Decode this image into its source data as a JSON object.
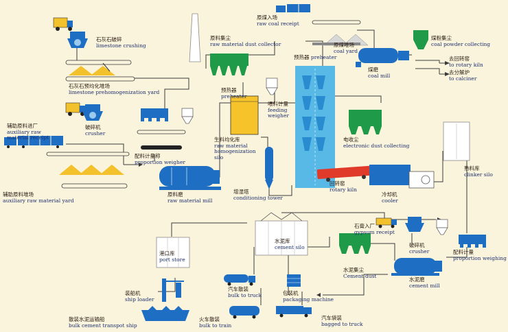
{
  "labels": {
    "limestone_crushing": {
      "zh": "石灰石破碎",
      "en": "limestone crushing"
    },
    "limestone_yard": {
      "zh": "石灰石预均化堆场",
      "en": "limestone prehomogenization yard"
    },
    "aux_receipt": {
      "zh": "辅助原料进厂",
      "en": "auxiliary raw material receipt"
    },
    "crusher": {
      "zh": "破碎机",
      "en": "crusher"
    },
    "aux_yard": {
      "zh": "辅助原料堆场",
      "en": "auxiliary raw material yard"
    },
    "proportion_weigher": {
      "zh": "配料计量称",
      "en": "proportion weigher"
    },
    "raw_mill": {
      "zh": "原料磨",
      "en": "raw material mill"
    },
    "raw_dust": {
      "zh": "原料集尘",
      "en": "raw material dust collector"
    },
    "preheater_mid": {
      "zh": "预热器",
      "en": "preheater"
    },
    "feeding_weigher": {
      "zh": "喂料计量",
      "en": "feeding weigher"
    },
    "homog_silo": {
      "zh": "生料均化库",
      "en": "raw material homogenization silo"
    },
    "conditioning_tower": {
      "zh": "增湿塔",
      "en": "conditioning tower"
    },
    "preheater_top": {
      "zh": "预热器",
      "en": "preheater"
    },
    "coal_receipt": {
      "zh": "原煤入场",
      "en": "raw coal receipt"
    },
    "coal_yard": {
      "zh": "原煤堆场",
      "en": "coal yard"
    },
    "coal_powder": {
      "zh": "煤粉集尘",
      "en": "coal powder collecting"
    },
    "coal_mill": {
      "zh": "煤磨",
      "en": "coal mill"
    },
    "to_kiln": {
      "zh": "去回转窑",
      "en": "to rotary kiln"
    },
    "to_calciner": {
      "zh": "去分解炉",
      "en": "to calciner"
    },
    "electronic_dust": {
      "zh": "电收尘",
      "en": "electronic dust collecting"
    },
    "rotary_kiln": {
      "zh": "回转窑",
      "en": "rotary kiln"
    },
    "cooler": {
      "zh": "冷却机",
      "en": "cooler"
    },
    "clinker_silo": {
      "zh": "熟料库",
      "en": "clinker silo"
    },
    "cement_silo": {
      "zh": "水泥库",
      "en": "cement silo"
    },
    "port_store": {
      "zh": "港口库",
      "en": "port store"
    },
    "gypsum_receipt": {
      "zh": "石膏入厂",
      "en": "gypsum receipt"
    },
    "crusher2": {
      "zh": "破碎机",
      "en": "crusher"
    },
    "proportion_weighing": {
      "zh": "配料计量",
      "en": "proportion weighing"
    },
    "cement_dust": {
      "zh": "水泥集尘",
      "en": "Cement dust"
    },
    "cement_mill": {
      "zh": "水泥磨",
      "en": "cement mill"
    },
    "ship_loader": {
      "zh": "装船机",
      "en": "ship loader"
    },
    "bulk_truck": {
      "zh": "汽车散装",
      "en": "bulk to truck"
    },
    "packaging": {
      "zh": "包装机",
      "en": "packaging machine"
    },
    "bulk_ship": {
      "zh": "散装水泥运输船",
      "en": "bulk cement transpot ship"
    },
    "bulk_train": {
      "zh": "火车散装",
      "en": "bulk to train"
    },
    "bagged_truck": {
      "zh": "汽车袋装",
      "en": "bagged to truck"
    }
  },
  "colors": {
    "flow_line": "#3a3a3a",
    "equipment_blue": "#1e6fc4",
    "dust_green": "#1f9a48",
    "silo_yellow": "#f6c42a",
    "pile_yellow": "#f3c12c",
    "kiln_red": "#e03a2a",
    "preheater_cyan": "#58b8e6",
    "text_blue": "#1c2f6e"
  }
}
